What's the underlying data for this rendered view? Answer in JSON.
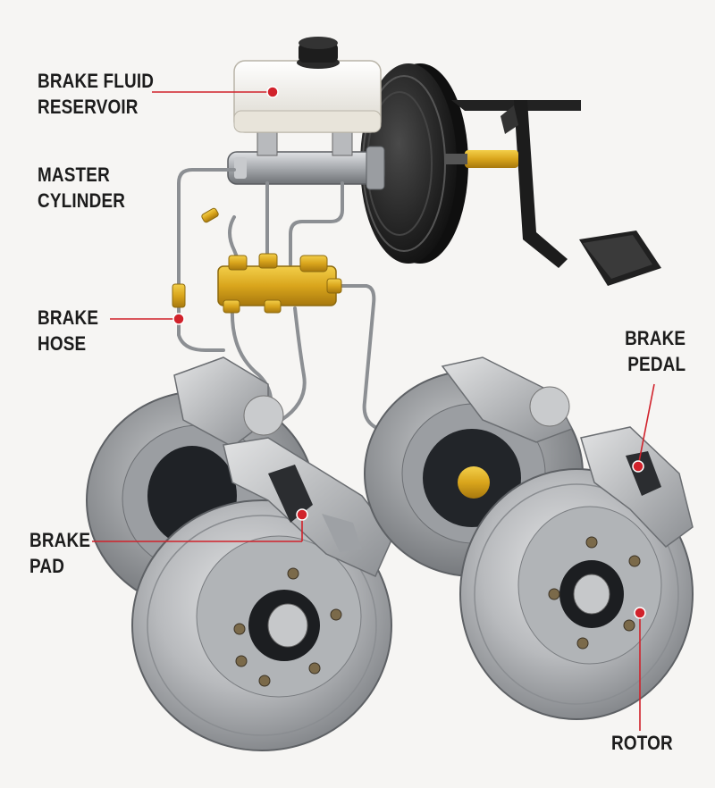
{
  "labels": {
    "reservoir": {
      "line1": "BRAKE FLUID",
      "line2": "RESERVOIR"
    },
    "master_cylinder": {
      "line1": "MASTER",
      "line2": "CYLINDER"
    },
    "brake_hose": {
      "line1": "BRAKE",
      "line2": "HOSE"
    },
    "brake_pedal": {
      "line1": "BRAKE",
      "line2": "PEDAL"
    },
    "brake_pad": {
      "line1": "BRAKE",
      "line2": "PAD"
    },
    "rotor": {
      "line1": "ROTOR"
    }
  },
  "colors": {
    "leader": "#d1222b",
    "marker": "#d1222b",
    "text": "#1c1c1c",
    "metal": "#b9bcbf",
    "brass": "#e0b022",
    "booster": "#1e1e1e",
    "reservoir": "#f4f2ec"
  }
}
